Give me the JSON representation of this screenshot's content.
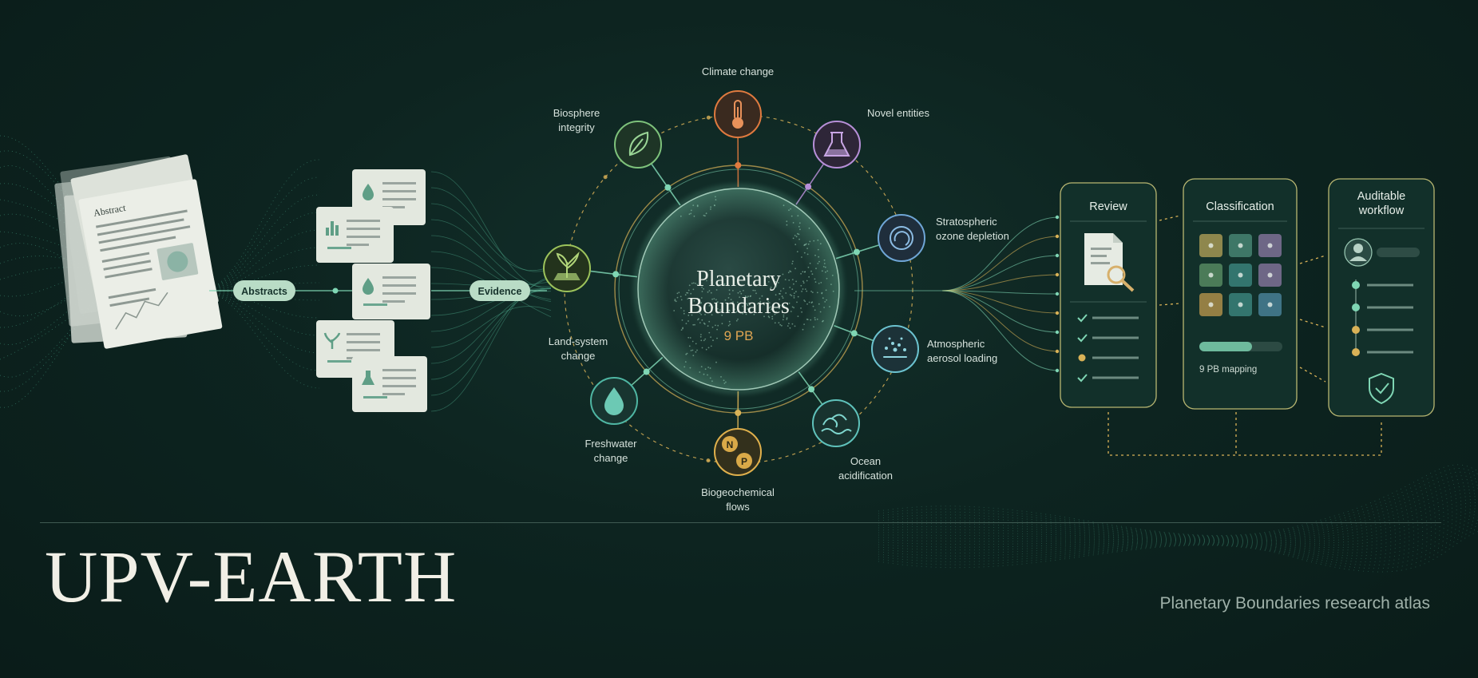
{
  "title": "UPV-EARTH",
  "tagline": "Planetary Boundaries research atlas",
  "input": {
    "document_label": "Abstract",
    "abstracts_pill": "Abstracts",
    "evidence_pill": "Evidence"
  },
  "globe": {
    "title_line1": "Planetary",
    "title_line2": "Boundaries",
    "count": "9 PB"
  },
  "boundaries": [
    {
      "name": "Climate change",
      "lines": [
        "Climate change"
      ],
      "icon": "thermometer-icon",
      "color": "#e07a3f"
    },
    {
      "name": "Novel entities",
      "lines": [
        "Novel entities"
      ],
      "icon": "flask-icon",
      "color": "#b78fd8"
    },
    {
      "name": "Stratospheric ozone depletion",
      "lines": [
        "Stratospheric",
        "ozone depletion"
      ],
      "icon": "ozone-ring-icon",
      "color": "#6fa6d6"
    },
    {
      "name": "Atmospheric aerosol loading",
      "lines": [
        "Atmospheric",
        "aerosol loading"
      ],
      "icon": "aerosol-icon",
      "color": "#6cc3d0"
    },
    {
      "name": "Ocean acidification",
      "lines": [
        "Ocean",
        "acidification"
      ],
      "icon": "wave-icon",
      "color": "#5fc2bb"
    },
    {
      "name": "Biogeochemical flows",
      "lines": [
        "Biogeochemical",
        "flows"
      ],
      "icon": "np-icon",
      "color": "#e0b04c",
      "glyphs": [
        "N",
        "P"
      ]
    },
    {
      "name": "Freshwater change",
      "lines": [
        "Freshwater",
        "change"
      ],
      "icon": "water-drop-icon",
      "color": "#4fb6a3"
    },
    {
      "name": "Land-system change",
      "lines": [
        "Land-system",
        "change"
      ],
      "icon": "sprout-icon",
      "color": "#9cc35b"
    },
    {
      "name": "Biosphere integrity",
      "lines": [
        "Biosphere",
        "integrity"
      ],
      "icon": "leaf-icon",
      "color": "#7ec27b"
    }
  ],
  "panels": {
    "review": {
      "title": "Review"
    },
    "classification": {
      "title": "Classification",
      "caption": "9 PB mapping"
    },
    "audit": {
      "title_line1": "Auditable",
      "title_line2": "workflow"
    }
  },
  "colors": {
    "accent_green": "#7fd6b4",
    "accent_gold": "#d9b257",
    "panel_border": "#b9b772"
  }
}
